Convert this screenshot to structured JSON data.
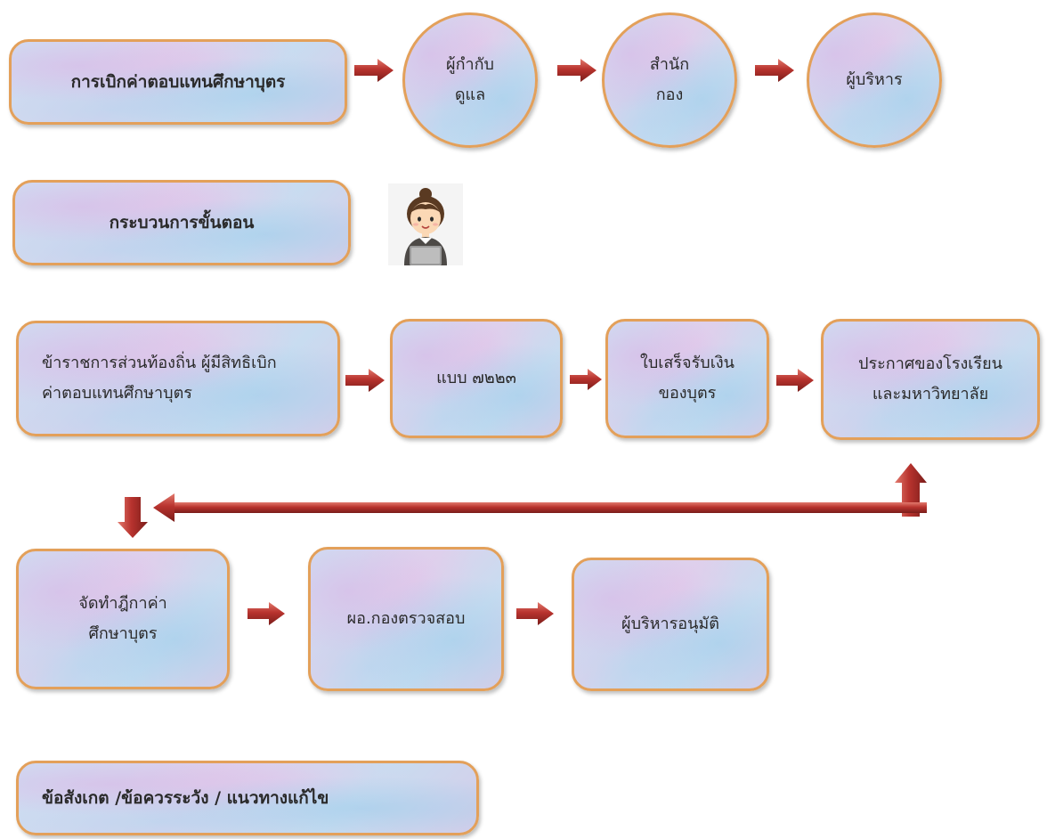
{
  "row1": {
    "title": "การเบิกค่าตอบแทนศึกษาบุตร",
    "circle1": [
      "ผู้กำกับ",
      "ดูแล"
    ],
    "circle2": [
      "สำนัก",
      "กอง"
    ],
    "circle3": "ผู้บริหาร"
  },
  "process_label": "กระบวนการขั้นตอน",
  "row2": {
    "box1": [
      "ข้าราชการส่วนท้องถิ่น ผู้มีสิทธิเบิก",
      "ค่าตอบแทนศึกษาบุตร"
    ],
    "box2": "แบบ ๗๒๒๓",
    "box3": [
      "ใบเสร็จรับเงิน",
      "ของบุตร"
    ],
    "box4": [
      "ประกาศของโรงเรียน",
      "และมหาวิทยาลัย"
    ]
  },
  "row3": {
    "box1": [
      "จัดทำฎีกาค่า",
      "ศึกษาบุตร"
    ],
    "box2": "ผอ.กองตรวจสอบ",
    "box3": "ผู้บริหารอนุมัติ"
  },
  "notes_label": "ข้อสังเกต /ข้อควรระวัง / แนวทางแก้ไข",
  "colors": {
    "border": "#e3a05a",
    "arrow": "#b8332e",
    "text": "#2a2a2a"
  }
}
